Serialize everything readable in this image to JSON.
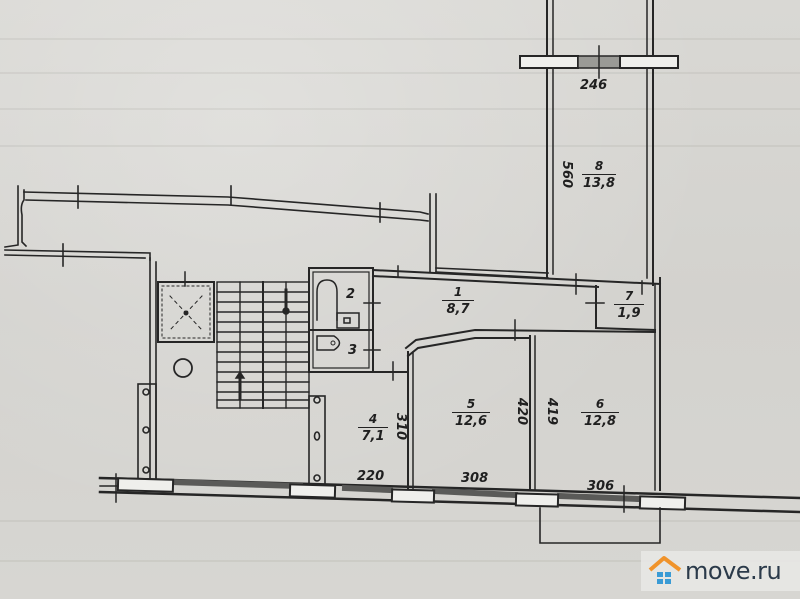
{
  "plan": {
    "rooms": [
      {
        "id": "1",
        "area": "8,7"
      },
      {
        "id": "2",
        "area": ""
      },
      {
        "id": "3",
        "area": ""
      },
      {
        "id": "4",
        "area": "7,1"
      },
      {
        "id": "5",
        "area": "12,6"
      },
      {
        "id": "6",
        "area": "12,8"
      },
      {
        "id": "7",
        "area": "1,9"
      },
      {
        "id": "8",
        "area": "13,8"
      }
    ],
    "dimensions": {
      "balcony_width": "246",
      "balcony_length": "560",
      "room4_depth": "310",
      "room5_depth": "420",
      "room6_depth": "419",
      "bottom_1": "220",
      "bottom_2": "308",
      "bottom_3": "306"
    }
  },
  "brand": {
    "name": "move.ru",
    "roof_color": "#f0932b",
    "windows_color": "#3a9bd5",
    "text_color": "#2b3a4a"
  }
}
